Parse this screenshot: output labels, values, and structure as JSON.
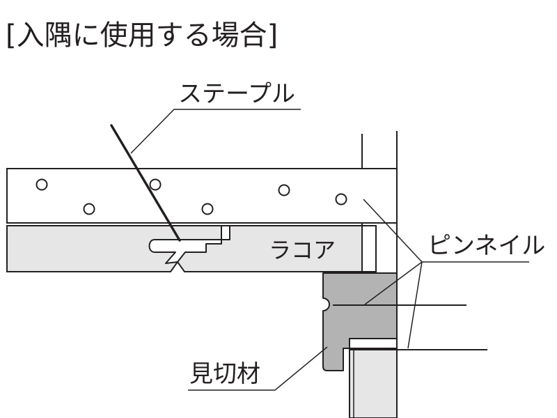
{
  "diagram": {
    "title": "[入隅に使用する場合]",
    "labels": {
      "staple": "ステープル",
      "lacore": "ラコア",
      "pin_nail": "ピンネイル",
      "trim": "見切材"
    },
    "colors": {
      "line": "#231f20",
      "board_fill": "#e6e6e6",
      "trim_fill": "#b3b3b3",
      "background": "#ffffff"
    }
  }
}
